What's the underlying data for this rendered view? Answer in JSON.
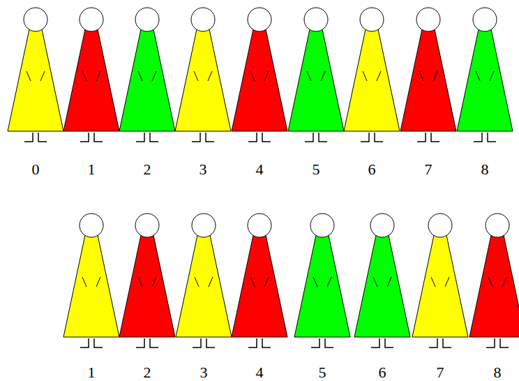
{
  "diagram": {
    "labels": [
      "0",
      "1",
      "2",
      "3",
      "4",
      "5",
      "6",
      "7",
      "8",
      "1",
      "2",
      "3",
      "4",
      "5",
      "6",
      "7",
      "8"
    ]
  }
}
